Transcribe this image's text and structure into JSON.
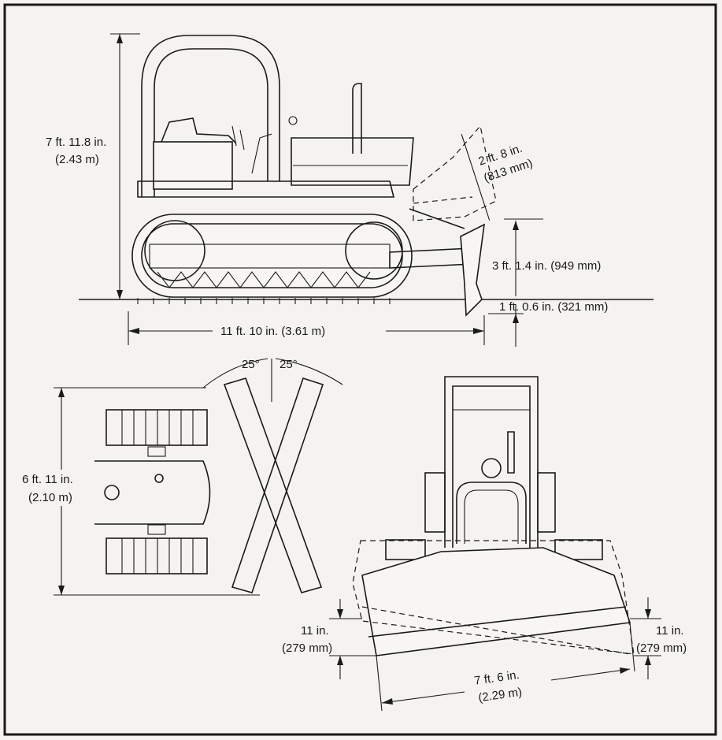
{
  "side_view": {
    "height_ft": "7 ft. 11.8 in.",
    "height_m": "(2.43 m)",
    "blade_raise_ft": "2 ft. 8 in.",
    "blade_raise_mm": "(813 mm)",
    "blade_lift": "3 ft. 1.4 in. (949 mm)",
    "blade_drop": "1 ft. 0.6 in. (321 mm)",
    "length": "11 ft. 10 in. (3.61 m)"
  },
  "top_view": {
    "angle_left": "25°",
    "angle_right": "25°",
    "width_ft": "6 ft. 11 in.",
    "width_m": "(2.10 m)"
  },
  "front_view": {
    "tilt_left_in": "11 in.",
    "tilt_left_mm": "(279 mm)",
    "tilt_right_in": "11 in.",
    "tilt_right_mm": "(279 mm)",
    "blade_width_ft": "7 ft. 6 in.",
    "blade_width_m": "(2.29 m)"
  }
}
